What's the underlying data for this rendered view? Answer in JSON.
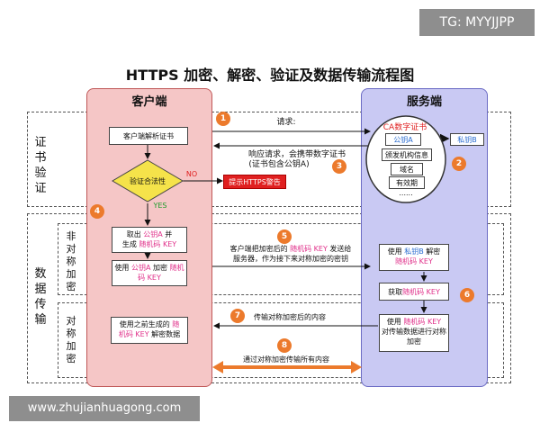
{
  "watermark_top": "TG: MYYJJPP",
  "watermark_bottom": "www.zhujianhuagong.com",
  "title": "HTTPS 加密、解密、验证及数据传输流程图",
  "client": {
    "title": "客户端",
    "parse_cert": "客户端解析证书",
    "validity": "验证合法性",
    "no": "NO",
    "yes": "YES",
    "warning": "提示HTTPS警告",
    "take_pubkey": {
      "a": "取出 ",
      "b": "公钥A",
      "c": " 并",
      "d": "生成 ",
      "e": "随机码 KEY"
    },
    "encrypt_key": {
      "a": "使用 ",
      "b": "公钥A",
      "c": " 加密 ",
      "d": "随机码 KEY"
    },
    "decrypt_data": {
      "a": "使用之前生成的 ",
      "b": "随",
      "c": "机码 KEY",
      "d": " 解密数据"
    }
  },
  "server": {
    "title": "服务端",
    "ca": "CA数字证书",
    "pubkey": "公钥A",
    "privkey": "私钥B",
    "issuer": "颁发机构信息",
    "domain": "域名",
    "validity": "有效期",
    "ellipsis": "......",
    "decrypt_key": {
      "a": "使用 ",
      "b": "私钥B",
      "c": " 解密",
      "d": "随机码 KEY"
    },
    "get_key": {
      "a": "获取 ",
      "b": "随机码 KEY"
    },
    "encrypt_data": {
      "a": "使用 ",
      "b": "随机码 KEY",
      "c": "对传输数据进行对称加密"
    }
  },
  "sections": {
    "cert": "证书验证",
    "data": "数据传输",
    "asym": "非对称加密",
    "sym": "对称加密"
  },
  "steps": {
    "s1": {
      "num": "1",
      "label": "请求:"
    },
    "s2": {
      "num": "2"
    },
    "s3": {
      "num": "3",
      "line1": "响应请求，会携带数字证书",
      "line2": "(证书包含公钥A)"
    },
    "s4": {
      "num": "4"
    },
    "s5": {
      "num": "5",
      "a": "客户端把加密后的 ",
      "b": "随机码 KEY",
      "c": " 发送给",
      "line2": "服务器，作为接下来对称加密的密钥"
    },
    "s6": {
      "num": "6"
    },
    "s7": {
      "num": "7",
      "label": "传输对称加密后的内容"
    },
    "s8": {
      "num": "8",
      "label": "通过对称加密传输所有内容"
    }
  }
}
